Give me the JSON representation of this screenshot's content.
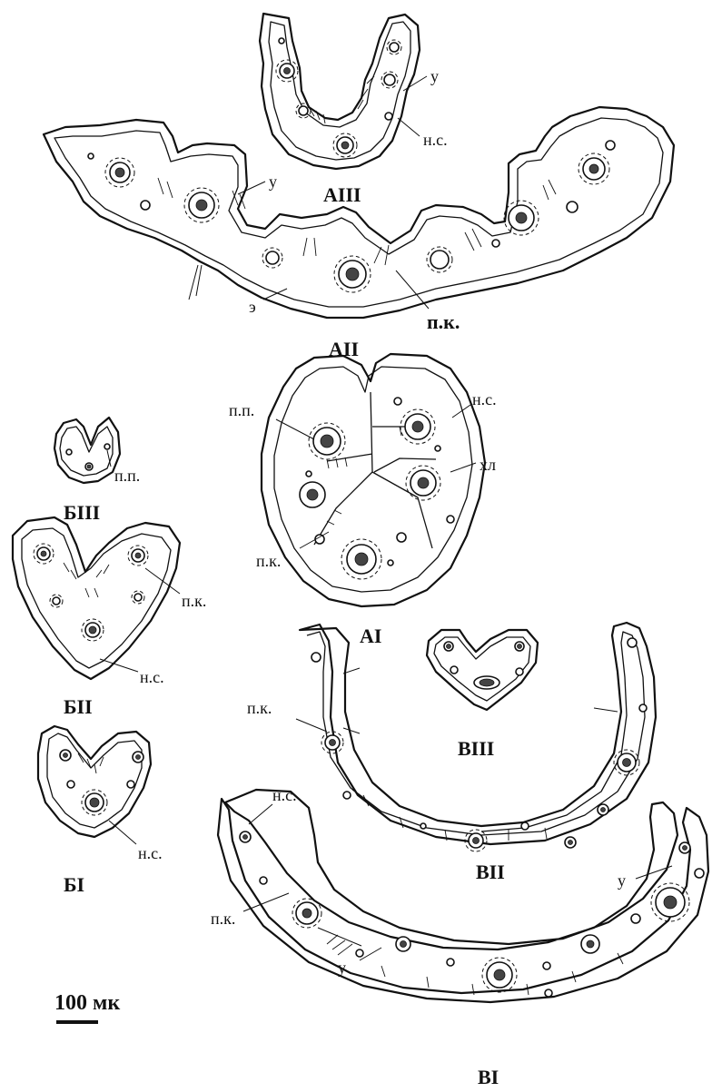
{
  "section_labels": {
    "AIII": "AIII",
    "AII": "AII",
    "AI": "AI",
    "BIII": "БIII",
    "BII": "БII",
    "BI": "БI",
    "VIII": "BIII",
    "VII": "BII",
    "VI": "BI"
  },
  "annotations": {
    "u": "у",
    "ns": "н.с.",
    "e": "э",
    "pk": "п.к.",
    "pp": "п.п.",
    "chl": "хл"
  },
  "scale_bar": {
    "label": "100 мк"
  },
  "colors": {
    "line": "#111111",
    "background": "#ffffff"
  }
}
